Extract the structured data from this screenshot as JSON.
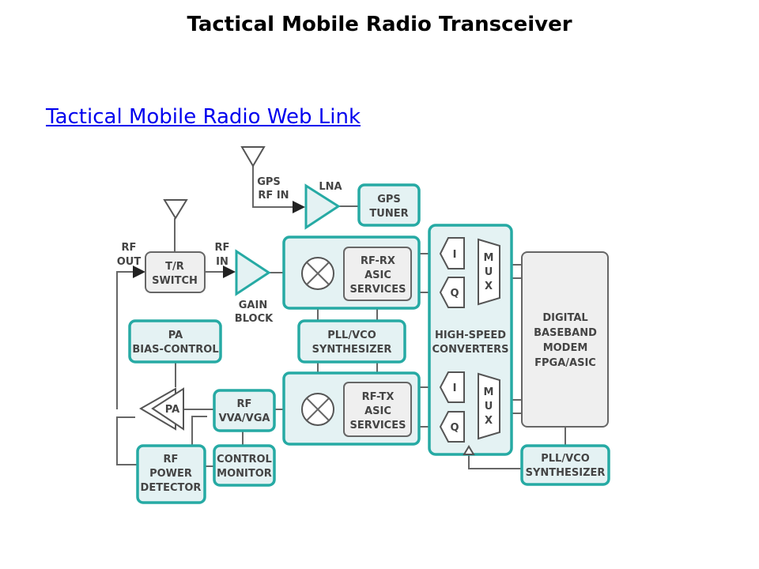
{
  "slide": {
    "title": "Tactical Mobile Radio Transceiver",
    "link_text": "Tactical Mobile Radio Web Link"
  },
  "colors": {
    "accent": "#26aaa4",
    "block_fill": "#e4f2f3",
    "gray_fill": "#efefef",
    "link": "#0000ee"
  },
  "diagram": {
    "gps_rf_in": [
      "GPS",
      "RF IN"
    ],
    "lna": "LNA",
    "gps_tuner": [
      "GPS",
      "TUNER"
    ],
    "rf_out": [
      "RF",
      "OUT"
    ],
    "rf_in": [
      "RF",
      "IN"
    ],
    "tr_switch": [
      "T/R",
      "SWITCH"
    ],
    "gain_block": [
      "GAIN",
      "BLOCK"
    ],
    "rf_rx": [
      "RF-RX",
      "ASIC",
      "SERVICES"
    ],
    "rf_tx": [
      "RF-TX",
      "ASIC",
      "SERVICES"
    ],
    "pll_mid": [
      "PLL/VCO",
      "SYNTHESIZER"
    ],
    "pll_bottom": [
      "PLL/VCO",
      "SYNTHESIZER"
    ],
    "pa_bias": [
      "PA",
      "BIAS-CONTROL"
    ],
    "pa": "PA",
    "vva": [
      "RF",
      "VVA/VGA"
    ],
    "power_detector": [
      "RF",
      "POWER",
      "DETECTOR"
    ],
    "control_monitor": [
      "CONTROL",
      "MONITOR"
    ],
    "converters": [
      "HIGH-SPEED",
      "CONVERTERS"
    ],
    "adc_i": "I",
    "adc_q": "Q",
    "mux": [
      "M",
      "U",
      "X"
    ],
    "baseband": [
      "DIGITAL",
      "BASEBAND",
      "MODEM",
      "FPGA/ASIC"
    ]
  }
}
